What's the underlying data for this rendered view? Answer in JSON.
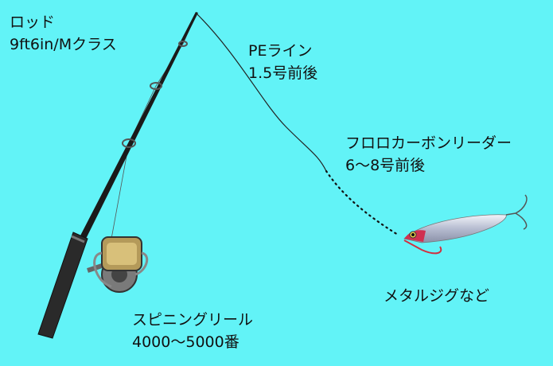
{
  "labels": {
    "rod": {
      "name": "ロッド",
      "spec": "9ft6in/Mクラス"
    },
    "pe_line": {
      "name": "PEライン",
      "spec": "1.5号前後"
    },
    "leader": {
      "name": "フロロカーボンリーダー",
      "spec": "6〜8号前後"
    },
    "lure": {
      "name": "メタルジグなど"
    },
    "reel": {
      "name": "スピニングリール",
      "spec": "4000〜5000番"
    }
  },
  "colors": {
    "background": "#62f3f7"
  }
}
